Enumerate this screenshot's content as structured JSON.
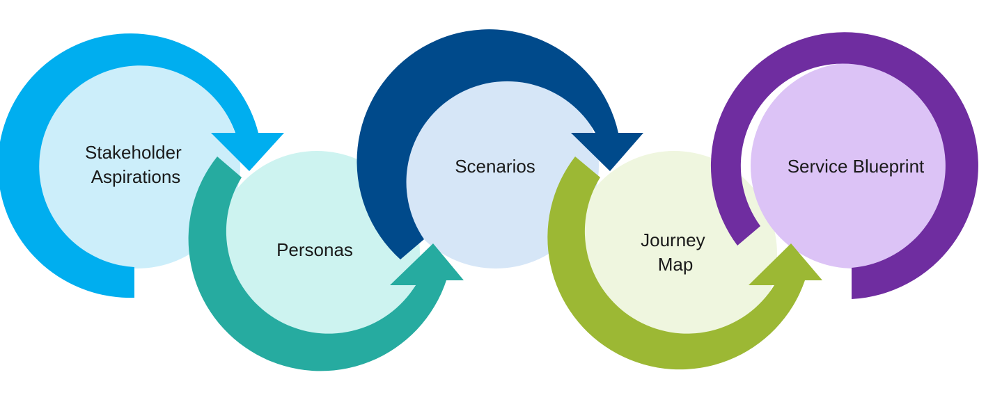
{
  "diagram": {
    "stages": [
      {
        "id": "stakeholder-aspirations",
        "label_lines": [
          "Stakeholder",
          "Aspirations"
        ],
        "ring_color": "#00AEEF",
        "fill_color": "#CCEEFA"
      },
      {
        "id": "personas",
        "label_lines": [
          "Personas"
        ],
        "ring_color": "#26ABA0",
        "fill_color": "#CDF3F0"
      },
      {
        "id": "scenarios",
        "label_lines": [
          "Scenarios"
        ],
        "ring_color": "#004A8B",
        "fill_color": "#D6E6F7"
      },
      {
        "id": "journey-map",
        "label_lines": [
          "Journey",
          "Map"
        ],
        "ring_color": "#9CB834",
        "fill_color": "#EFF6DF"
      },
      {
        "id": "service-blueprint",
        "label_lines": [
          "Service Blueprint"
        ],
        "ring_color": "#6F2DA0",
        "fill_color": "#DCC3F6"
      }
    ]
  }
}
